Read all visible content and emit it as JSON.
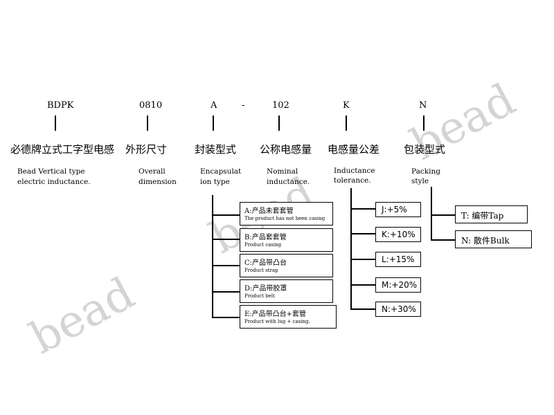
{
  "watermark": "bead",
  "codes": {
    "c1": "BDPK",
    "c2": "0810",
    "c3": "A",
    "dash": "-",
    "c4": "102",
    "c5": "K",
    "c6": "N"
  },
  "labels": {
    "l1": {
      "cn": "必德牌立式工字型电感",
      "en1": "Bead Vertical type",
      "en2": "electric inductance."
    },
    "l2": {
      "cn": "外形尺寸",
      "en1": "Overall",
      "en2": "dimension"
    },
    "l3": {
      "cn": "封装型式",
      "en1": "Encapsulat",
      "en2": "ion type"
    },
    "l4": {
      "cn": "公称电感量",
      "en1": "Nominal",
      "en2": "inductance."
    },
    "l5": {
      "cn": "电感量公差",
      "en1": "Inductance",
      "en2": "tolerance."
    },
    "l6": {
      "cn": "包装型式",
      "en1": "Packing",
      "en2": "style"
    }
  },
  "encapsulation": [
    {
      "cn": "A:产品未套套管",
      "en": "The product has not been casing"
    },
    {
      "cn": "B:产品套套管",
      "en": "Product casing"
    },
    {
      "cn": "C:产品带凸台",
      "en": "Product strap"
    },
    {
      "cn": "D:产品带胶罩",
      "en": "Product belt"
    },
    {
      "cn": "E:产品带凸台+套管",
      "en": "Product with lug + casing."
    }
  ],
  "tolerance": [
    "J:+5%",
    "K:+10%",
    "L:+15%",
    "M:+20%",
    "N:+30%"
  ],
  "packing": [
    "T: 编带Tap",
    "N: 散件Bulk"
  ]
}
